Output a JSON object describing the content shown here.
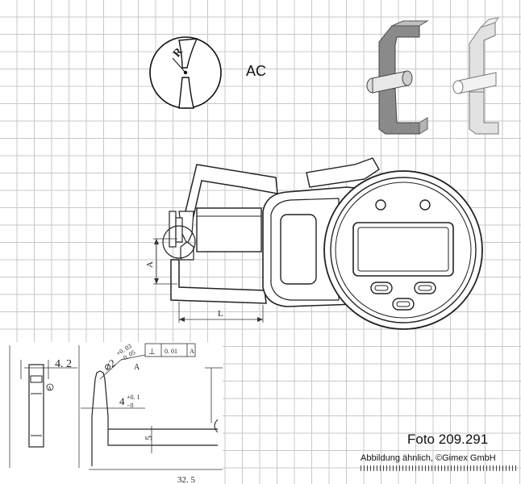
{
  "detail_label": "AC",
  "radius_symbol": "R",
  "dims": {
    "A": "A",
    "L": "L",
    "w": "4. 2",
    "tol_prefix": "⌀2",
    "tol_plus": "+0. 03",
    "tol_minus": "−0. 05",
    "tol_ref": "A",
    "gdt_symbol": "⊥",
    "gdt_value": "0. 01",
    "gdt_datum": "A",
    "depth": "4",
    "depth_plus": "+0. 1",
    "depth_minus": "−0",
    "side": "5",
    "datum_marker": "A",
    "bottom": "32. 5"
  },
  "photo_ref": "Foto 209.291",
  "credit": "Abbildung ähnlich, ©Gimex GmbH"
}
